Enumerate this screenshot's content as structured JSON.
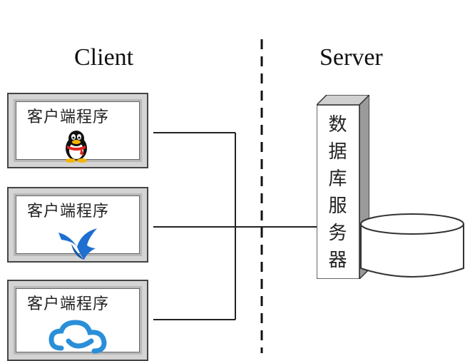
{
  "client_heading": "Client",
  "server_heading": "Server",
  "clients": [
    {
      "label": "客户端程序",
      "icon": "qq-penguin-icon"
    },
    {
      "label": "客户端程序",
      "icon": "bird-icon"
    },
    {
      "label": "客户端程序",
      "icon": "cloud-icon"
    }
  ],
  "server_label": "数据库服务器",
  "colors": {
    "box_frame": "#b8b8b8",
    "line": "#222222",
    "bird_blue": "#1e6fd0",
    "cloud_blue": "#2a8fd8"
  }
}
